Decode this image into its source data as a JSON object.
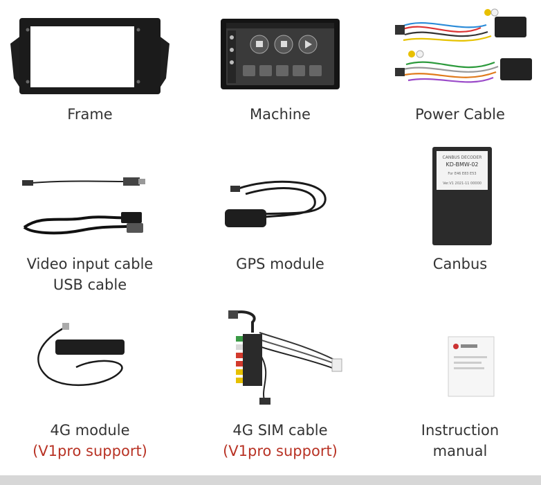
{
  "items": [
    {
      "name": "Frame"
    },
    {
      "name": "Machine"
    },
    {
      "name": "Power Cable"
    },
    {
      "line1": "Video input cable",
      "line2": "USB cable"
    },
    {
      "name": "GPS module"
    },
    {
      "name": "Canbus"
    },
    {
      "name": "4G module",
      "note": "(V1pro support)"
    },
    {
      "name": "4G SIM cable",
      "note": "(V1pro support)"
    },
    {
      "line1": "Instruction",
      "line2": "manual"
    }
  ],
  "canbus_label": [
    "CANBUS DECODER",
    "KD-BMW-02",
    "For E46 E83 E53",
    "Ver.V1 2021-11 00000"
  ],
  "colors": {
    "caption": "#333333",
    "note": "#b83224",
    "background": "#ffffff"
  }
}
